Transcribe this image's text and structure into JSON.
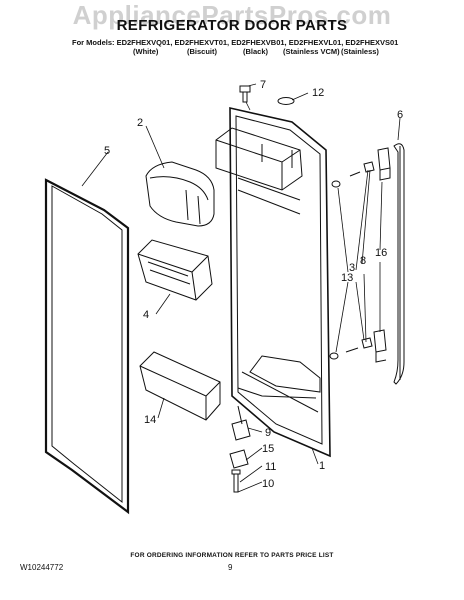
{
  "watermark": "AppliancePartsPros.com",
  "title": "REFRIGERATOR DOOR PARTS",
  "models_line": "For Models: ED2FHEXVQ01, ED2FHEXVT01, ED2FHEXVB01, ED2FHEXVL01, ED2FHEXVS01",
  "finishes": [
    "(White)",
    "(Biscuit)",
    "(Black)",
    "(Stainless VCM)",
    "(Stainless)"
  ],
  "callouts": [
    "7",
    "12",
    "2",
    "6",
    "5",
    "13",
    "3",
    "8",
    "16",
    "4",
    "14",
    "9",
    "15",
    "11",
    "10",
    "1"
  ],
  "footer": {
    "order_note": "FOR ORDERING INFORMATION REFER TO PARTS PRICE LIST",
    "doc_number": "W10244772",
    "page_number": "9"
  }
}
